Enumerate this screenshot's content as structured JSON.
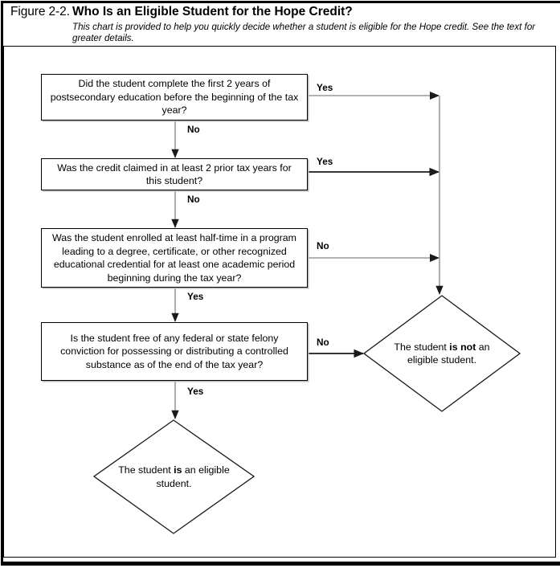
{
  "figure": {
    "label": "Figure 2-2.",
    "title": "Who Is an Eligible Student for the Hope Credit?",
    "subtitle": "This chart is provided to help you quickly decide whether a student is eligible for the Hope credit. See the text for greater details."
  },
  "chart_data": {
    "type": "diagram",
    "diagram_kind": "flowchart",
    "orientation": "top-to-bottom",
    "nodes": [
      {
        "id": "q1",
        "shape": "rectangle",
        "text": "Did the student complete the first 2 years of postsecondary education before the beginning of the tax year?"
      },
      {
        "id": "q2",
        "shape": "rectangle",
        "text": "Was the credit claimed in at least 2 prior tax years for this student?"
      },
      {
        "id": "q3",
        "shape": "rectangle",
        "text": "Was the student enrolled at least half-time in a program leading to a degree, certificate, or other recognized educational credential for at least one academic period beginning during the tax year?"
      },
      {
        "id": "q4",
        "shape": "rectangle",
        "text": "Is the student free of any federal or state felony conviction for possessing or distributing a controlled substance as of the end of the tax year?"
      },
      {
        "id": "not-eligible",
        "shape": "diamond",
        "text_parts": [
          {
            "text": "The student ",
            "bold": false
          },
          {
            "text": "is not",
            "bold": true
          },
          {
            "text": " an eligible student.",
            "bold": false
          }
        ]
      },
      {
        "id": "eligible",
        "shape": "diamond",
        "text_parts": [
          {
            "text": "The student ",
            "bold": false
          },
          {
            "text": "is",
            "bold": true
          },
          {
            "text": " an eligible student.",
            "bold": false
          }
        ]
      }
    ],
    "edges": [
      {
        "from": "q1",
        "to": "q2",
        "label": "No",
        "direction": "down"
      },
      {
        "from": "q1",
        "to": "not-eligible",
        "label": "Yes",
        "direction": "right"
      },
      {
        "from": "q2",
        "to": "q3",
        "label": "No",
        "direction": "down"
      },
      {
        "from": "q2",
        "to": "not-eligible",
        "label": "Yes",
        "direction": "right"
      },
      {
        "from": "q3",
        "to": "q4",
        "label": "Yes",
        "direction": "down"
      },
      {
        "from": "q3",
        "to": "not-eligible",
        "label": "No",
        "direction": "right"
      },
      {
        "from": "q4",
        "to": "eligible",
        "label": "Yes",
        "direction": "down"
      },
      {
        "from": "q4",
        "to": "not-eligible",
        "label": "No",
        "direction": "right"
      }
    ]
  },
  "boxes": {
    "q1": "Did the student complete the first 2 years of postsecondary education before the beginning of the tax year?",
    "q2": "Was the credit claimed in at least 2 prior tax years for this student?",
    "q3": "Was the student enrolled at least half-time in a program leading to a degree, certificate, or other recognized educational credential for at least one academic period beginning during the tax year?",
    "q4": "Is the student free of any federal or state felony conviction for possessing or distributing a controlled substance as of the end of the tax year?"
  },
  "outcomes": {
    "not_eligible": {
      "lead": "The student ",
      "emphasis": "is not",
      "tail": " an eligible student."
    },
    "eligible": {
      "lead": "The student ",
      "emphasis": "is",
      "tail": " an eligible student."
    }
  },
  "labels": {
    "q1_no": "No",
    "q1_yes": "Yes",
    "q2_no": "No",
    "q2_yes": "Yes",
    "q3_yes": "Yes",
    "q3_no": "No",
    "q4_yes": "Yes",
    "q4_no": "No"
  },
  "colors": {
    "ink": "#000000",
    "paper": "#ffffff",
    "shadow": "#b9b9b9",
    "connector": "#808080"
  }
}
